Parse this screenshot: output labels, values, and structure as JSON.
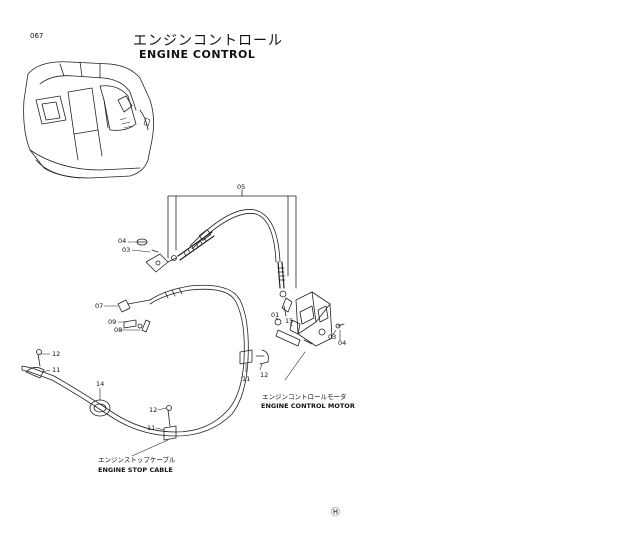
{
  "page_number": "067",
  "title_jp": "エンジンコントロール",
  "title_en": "ENGINE CONTROL",
  "captions": {
    "motor_jp": "エンジンコントロールモータ",
    "motor_en": "ENGINE CONTROL MOTOR",
    "cable_jp": "エンジンストップケーブル",
    "cable_en": "ENGINE STOP CABLE"
  },
  "part_numbers": {
    "n05": "05",
    "n04a": "04",
    "n03a": "03",
    "n07": "07",
    "n09": "09",
    "n08": "08",
    "n01": "01",
    "n15": "15",
    "n03b": "03",
    "n04b": "04",
    "n12a": "12",
    "n11a": "11",
    "n14": "14",
    "n11b": "11",
    "n12b": "12",
    "n12c": "12",
    "n11c": "11"
  },
  "marks": {
    "hitachi_logo": "Ⓗ"
  }
}
